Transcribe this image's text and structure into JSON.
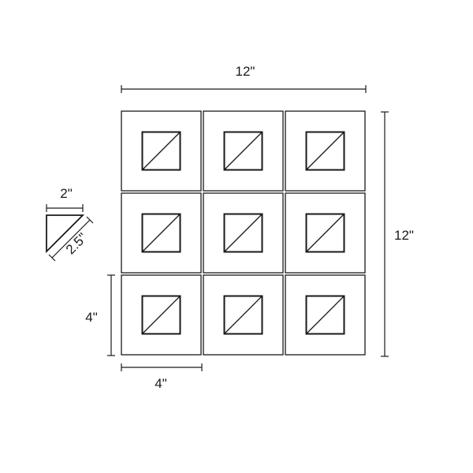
{
  "dimensions": {
    "top_width": "12\"",
    "right_height": "12\"",
    "tile_height": "4\"",
    "tile_width": "4\"",
    "triangle_leg": "2\"",
    "triangle_hypotenuse": "2.5\""
  },
  "grid": {
    "rows": 3,
    "cols": 3
  },
  "colors": {
    "ink": "#1a1a1a",
    "background": "#ffffff"
  }
}
